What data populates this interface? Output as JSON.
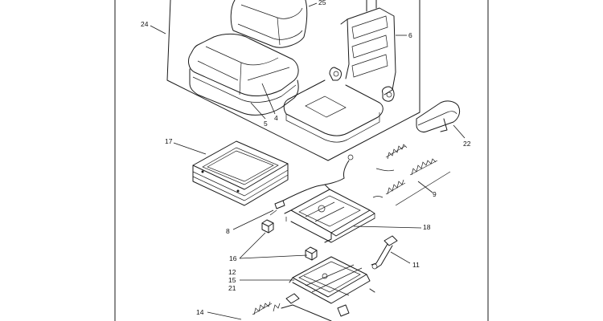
{
  "callouts": [
    {
      "id": "25",
      "text": "25"
    },
    {
      "id": "24",
      "text": "24"
    },
    {
      "id": "6",
      "text": "6"
    },
    {
      "id": "5",
      "text": "5"
    },
    {
      "id": "4",
      "text": "4"
    },
    {
      "id": "22",
      "text": "22"
    },
    {
      "id": "17",
      "text": "17"
    },
    {
      "id": "9",
      "text": "9"
    },
    {
      "id": "18",
      "text": "18"
    },
    {
      "id": "8",
      "text": "8"
    },
    {
      "id": "16",
      "text": "16"
    },
    {
      "id": "11",
      "text": "11"
    },
    {
      "id": "12",
      "text": "12"
    },
    {
      "id": "15",
      "text": "15"
    },
    {
      "id": "21",
      "text": "21"
    },
    {
      "id": "14",
      "text": "14"
    }
  ]
}
